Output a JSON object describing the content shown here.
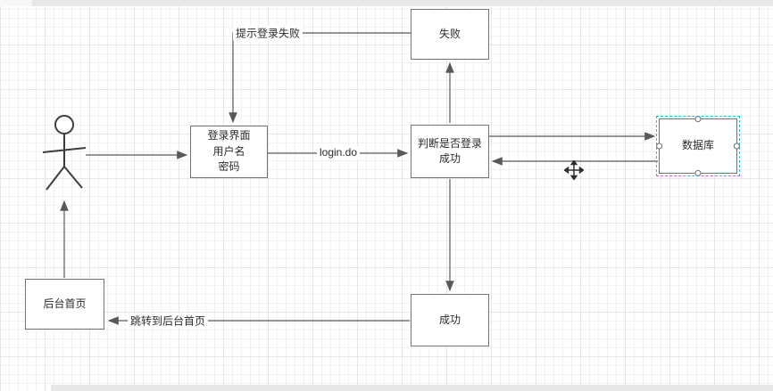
{
  "chrome": {
    "strip_color": "#e8e8e8"
  },
  "diagram": {
    "colors": {
      "stroke": "#595959",
      "box_border": "#737373",
      "text": "#2b2b2b",
      "selection": "#33b5e5",
      "grid_minor": "#f2f2f2",
      "grid_major": "#e6e6e6"
    },
    "nodes": {
      "login": {
        "label": "登录界面\n用户名\n密码"
      },
      "fail": {
        "label": "失败"
      },
      "judge": {
        "label": "判断是否登录\n成功"
      },
      "database": {
        "label": "数据库"
      },
      "success": {
        "label": "成功"
      },
      "home": {
        "label": "后台首页"
      }
    },
    "edge_labels": {
      "prompt_fail": "提示登录失败",
      "login_do": "login.do",
      "jump_home": "跳转到后台首页"
    },
    "icons": {
      "actor": "stick-figure-actor",
      "move_cursor": "move-cursor"
    }
  }
}
